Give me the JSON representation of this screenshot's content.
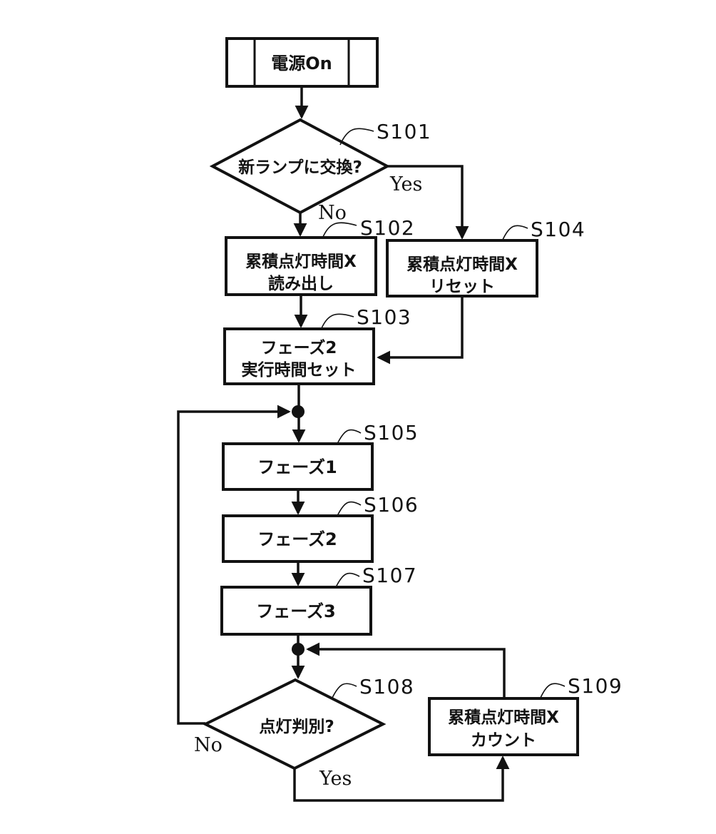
{
  "figure": {
    "type": "flowchart",
    "background": "#ffffff",
    "line_color": "#121212",
    "nodes": {
      "start": {
        "label": "電源On",
        "shape": "terminal"
      },
      "s101": {
        "step": "S101",
        "label": "新ランプに交換?",
        "shape": "decision"
      },
      "s102": {
        "step": "S102",
        "line1": "累積点灯時間X",
        "line2": "読み出し",
        "shape": "process"
      },
      "s103": {
        "step": "S103",
        "line1": "フェーズ2",
        "line2": "実行時間セット",
        "shape": "process"
      },
      "s104": {
        "step": "S104",
        "line1": "累積点灯時間X",
        "line2": "リセット",
        "shape": "process"
      },
      "s105": {
        "step": "S105",
        "label": "フェーズ1",
        "shape": "process"
      },
      "s106": {
        "step": "S106",
        "label": "フェーズ2",
        "shape": "process"
      },
      "s107": {
        "step": "S107",
        "label": "フェーズ3",
        "shape": "process"
      },
      "s108": {
        "step": "S108",
        "label": "点灯判別?",
        "shape": "decision"
      },
      "s109": {
        "step": "S109",
        "line1": "累積点灯時間X",
        "line2": "カウント",
        "shape": "process"
      }
    },
    "branch_labels": {
      "s101_yes": "Yes",
      "s101_no": "No",
      "s108_yes": "Yes",
      "s108_no": "No"
    }
  }
}
